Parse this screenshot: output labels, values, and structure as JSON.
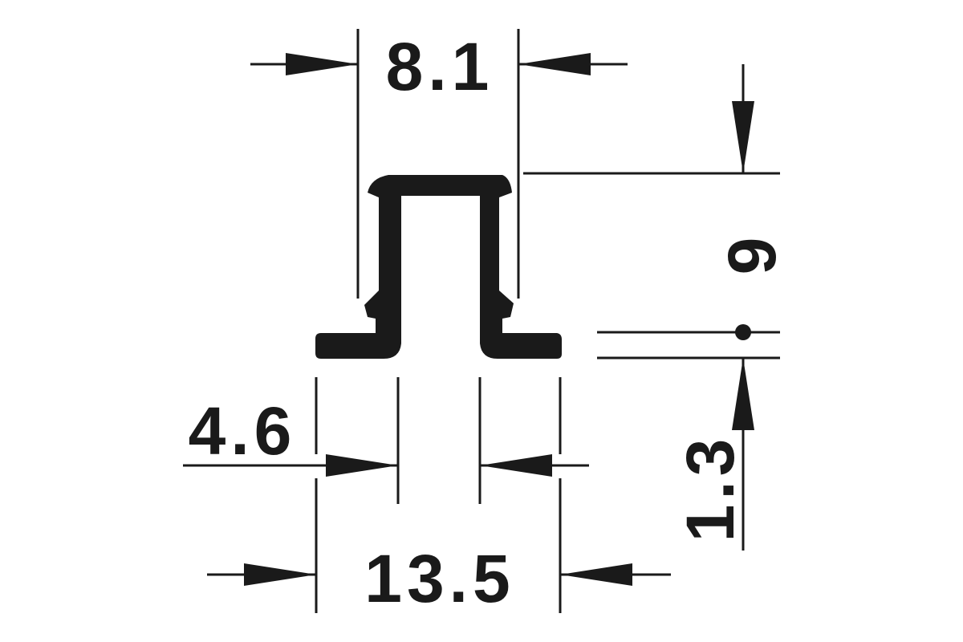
{
  "diagram": {
    "colors": {
      "ink": "#1a1a1a",
      "background": "#ffffff"
    },
    "dimensions": {
      "top_width": "8.1",
      "height": "9",
      "slot_width": "4.6",
      "base_thickness": "1.3",
      "total_width": "13.5"
    }
  }
}
